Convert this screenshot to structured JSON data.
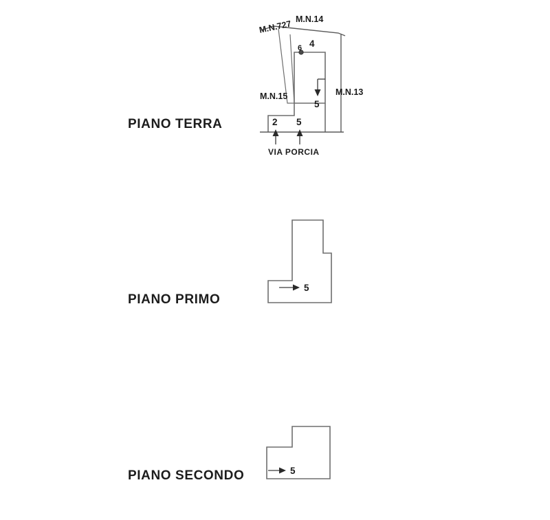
{
  "document": {
    "type": "architectural-floor-plan",
    "background_color": "#ffffff",
    "line_color": "#6e6e6e",
    "text_color": "#1c1c1c"
  },
  "floors": [
    {
      "id": "ground",
      "label": "PIANO TERRA",
      "street": "VIA PORCIA",
      "parcel_labels": [
        "M.N.727",
        "M.N.14",
        "M.N.13",
        "M.N.15"
      ],
      "unit_numbers": [
        "4",
        "6",
        "5",
        "2",
        "5"
      ]
    },
    {
      "id": "first",
      "label": "PIANO PRIMO",
      "unit_numbers": [
        "5"
      ]
    },
    {
      "id": "second",
      "label": "PIANO SECONDO",
      "unit_numbers": [
        "5"
      ]
    }
  ],
  "ground_floor": {
    "label": "PIANO TERRA",
    "street_label": "VIA PORCIA",
    "annotations": {
      "mn_727": "M.N.727",
      "mn_14": "M.N.14",
      "mn_13": "M.N.13",
      "mn_15": "M.N.15",
      "num_4": "4",
      "num_6": "6",
      "num_5_right": "5",
      "num_2_bottom": "2",
      "num_5_bottom": "5"
    }
  },
  "first_floor": {
    "label": "PIANO PRIMO",
    "annotations": {
      "num_5": "5"
    }
  },
  "second_floor": {
    "label": "PIANO SECONDO",
    "annotations": {
      "num_5": "5"
    }
  }
}
